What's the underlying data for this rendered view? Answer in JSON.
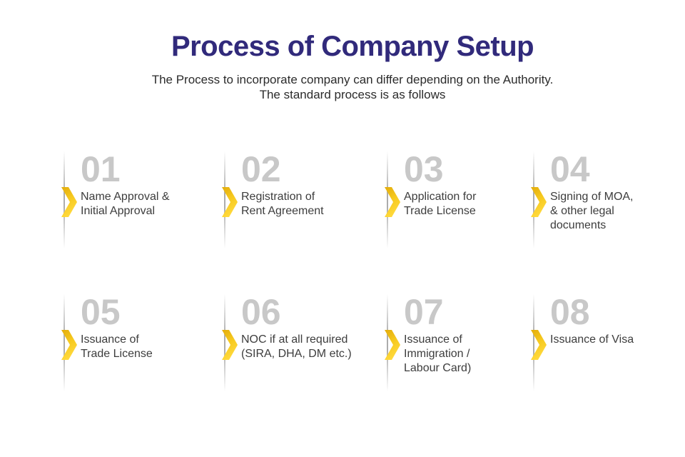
{
  "header": {
    "title": "Process of Company Setup",
    "subtitle_line1": "The Process to incorporate company can differ depending on the Authority.",
    "subtitle_line2": "The standard process is as follows"
  },
  "colors": {
    "title_color": "#312a7b",
    "subtitle_color": "#2b2b2b",
    "number_color": "#c8c8c8",
    "text_color": "#3d3d3d",
    "line_color": "#9e9e9e",
    "chevron_top": "#e2ac0c",
    "chevron_mid": "#f6c91f",
    "chevron_bottom": "#ffd93c"
  },
  "steps": [
    {
      "number": "01",
      "label": "Name Approval &\nInitial Approval"
    },
    {
      "number": "02",
      "label": "Registration of\nRent Agreement"
    },
    {
      "number": "03",
      "label": "Application for\nTrade License"
    },
    {
      "number": "04",
      "label": "Signing of MOA,\n& other legal\ndocuments"
    },
    {
      "number": "05",
      "label": "Issuance of\nTrade License"
    },
    {
      "number": "06",
      "label": "NOC if at all required\n(SIRA, DHA, DM etc.)"
    },
    {
      "number": "07",
      "label": "Issuance of\nImmigration /\nLabour Card)"
    },
    {
      "number": "08",
      "label": "Issuance of Visa"
    }
  ]
}
